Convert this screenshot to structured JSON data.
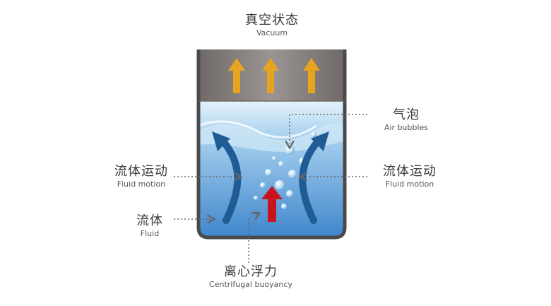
{
  "labels": {
    "vacuum": {
      "zh": "真空状态",
      "en": "Vacuum"
    },
    "air_bubbles": {
      "zh": "气泡",
      "en": "Air bubbles"
    },
    "fluid_motion_left": {
      "zh": "流体运动",
      "en": "Fluid motion"
    },
    "fluid_motion_right": {
      "zh": "流体运动",
      "en": "Fluid motion"
    },
    "fluid": {
      "zh": "流体",
      "en": "Fluid"
    },
    "centrifugal": {
      "zh": "离心浮力",
      "en": "Centrifugal buoyancy"
    }
  },
  "colors": {
    "vacuum_arrow": "#e8a321",
    "buoyancy_arrow": "#c8141c",
    "flow_arrow": "#1f5b95",
    "vacuum_fill": "#8a8483",
    "liquid_top": "#d9ecf7",
    "liquid_bottom": "#4a8fd0",
    "container_border": "#4a4a4a",
    "leader": "#666666"
  }
}
